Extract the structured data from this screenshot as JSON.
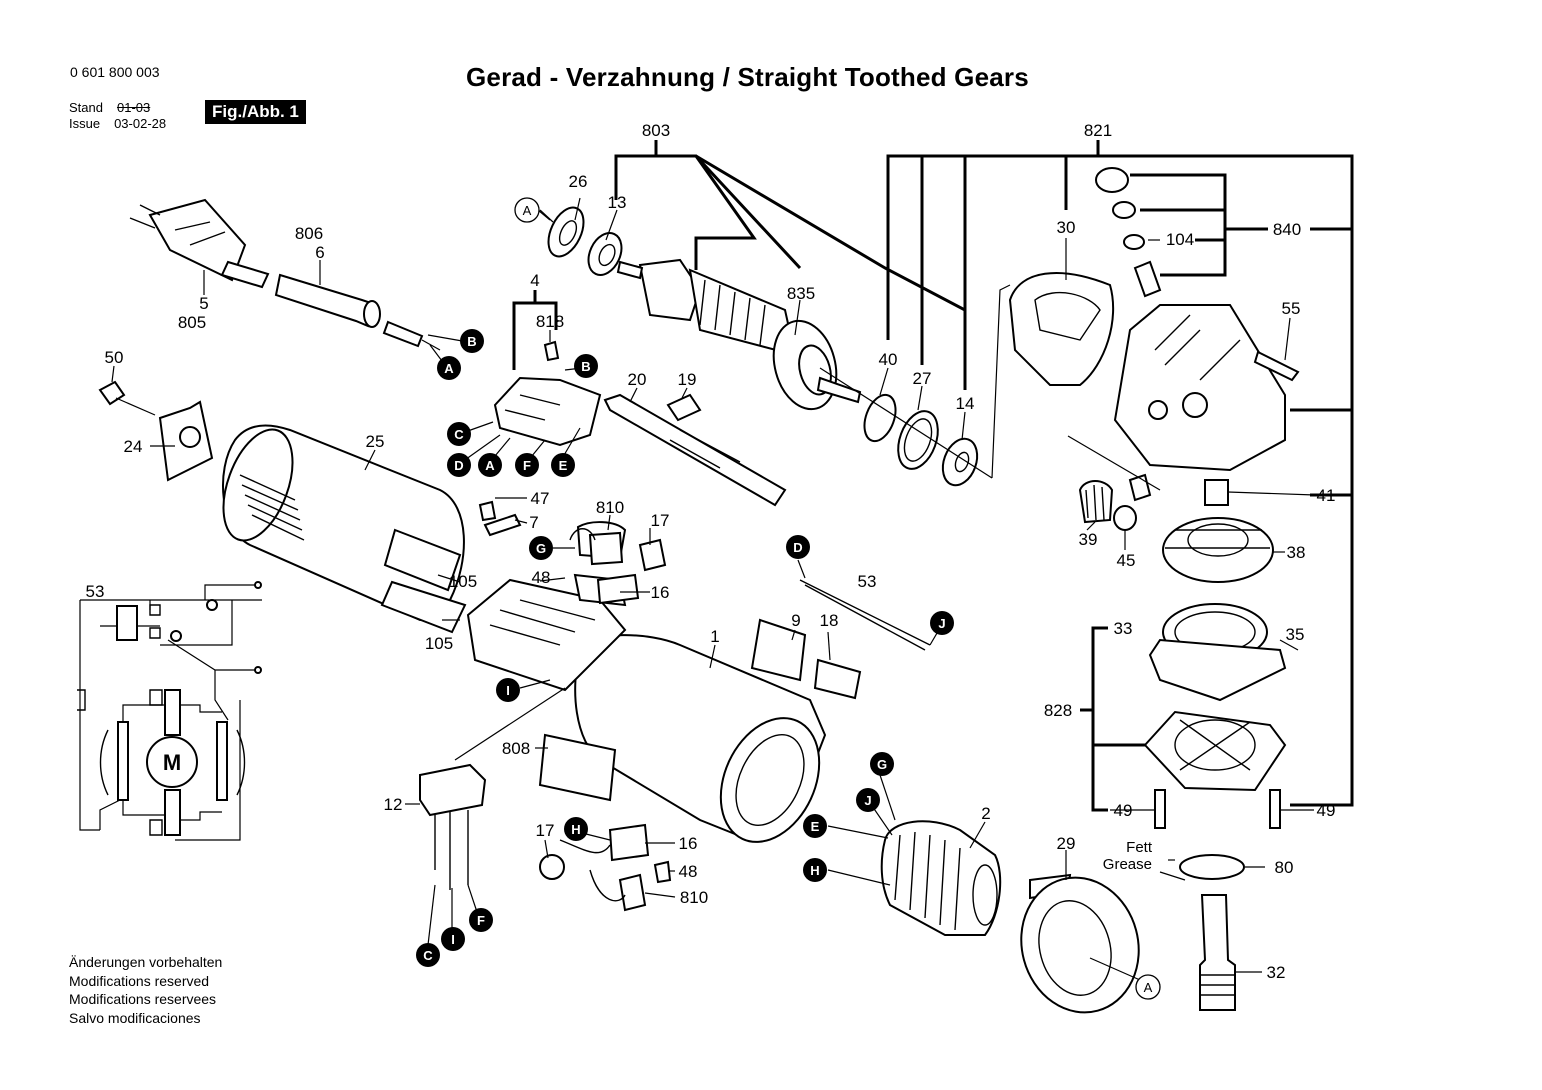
{
  "header": {
    "doc_number": "0 601 800 003",
    "title": "Gerad - Verzahnung / Straight Toothed Gears",
    "stand_label": "Stand",
    "issue_label": "Issue",
    "stand_value": "01-03",
    "issue_value": "03-02-28",
    "fig_label": "Fig./Abb. 1"
  },
  "footer": {
    "lines": [
      "Änderungen vorbehalten",
      "Modifications reserved",
      "Modifications reservees",
      "Salvo modificaciones"
    ]
  },
  "grease_note": {
    "line1": "Fett",
    "line2": "Grease"
  },
  "motor_symbol": "M",
  "part_numbers": {
    "p803": "803",
    "p821": "821",
    "p26": "26",
    "p13": "13",
    "p835": "835",
    "p806": "806",
    "p6": "6",
    "p5": "5",
    "p805": "805",
    "p4": "4",
    "p818": "818",
    "p30": "30",
    "p104": "104",
    "p840": "840",
    "p55": "55",
    "p50": "50",
    "p24": "24",
    "p20": "20",
    "p19": "19",
    "p40": "40",
    "p27": "27",
    "p14": "14",
    "p25": "25",
    "p47": "47",
    "p7": "7",
    "p810a": "810",
    "p17a": "17",
    "p41": "41",
    "p39": "39",
    "p45": "45",
    "p38": "38",
    "p48a": "48",
    "p16a": "16",
    "p53a": "53",
    "p105a": "105",
    "p105b": "105",
    "p53b": "53",
    "p9": "9",
    "p18": "18",
    "p33": "33",
    "p35": "35",
    "p1": "1",
    "p828": "828",
    "p808": "808",
    "p12": "12",
    "p49a": "49",
    "p49b": "49",
    "p17b": "17",
    "p16b": "16",
    "p48b": "48",
    "p810b": "810",
    "p2": "2",
    "p29": "29",
    "p80": "80",
    "p32": "32"
  },
  "connectors": {
    "A1": "A",
    "B1": "B",
    "A2": "A",
    "B2": "B",
    "C1": "C",
    "D1": "D",
    "A3": "A",
    "F1": "F",
    "E1": "E",
    "G1": "G",
    "D2": "D",
    "J1": "J",
    "I1": "I",
    "G2": "G",
    "J2": "J",
    "H1": "H",
    "E2": "E",
    "H2": "H",
    "C2": "C",
    "I2": "I",
    "F2": "F",
    "A4": "A"
  }
}
